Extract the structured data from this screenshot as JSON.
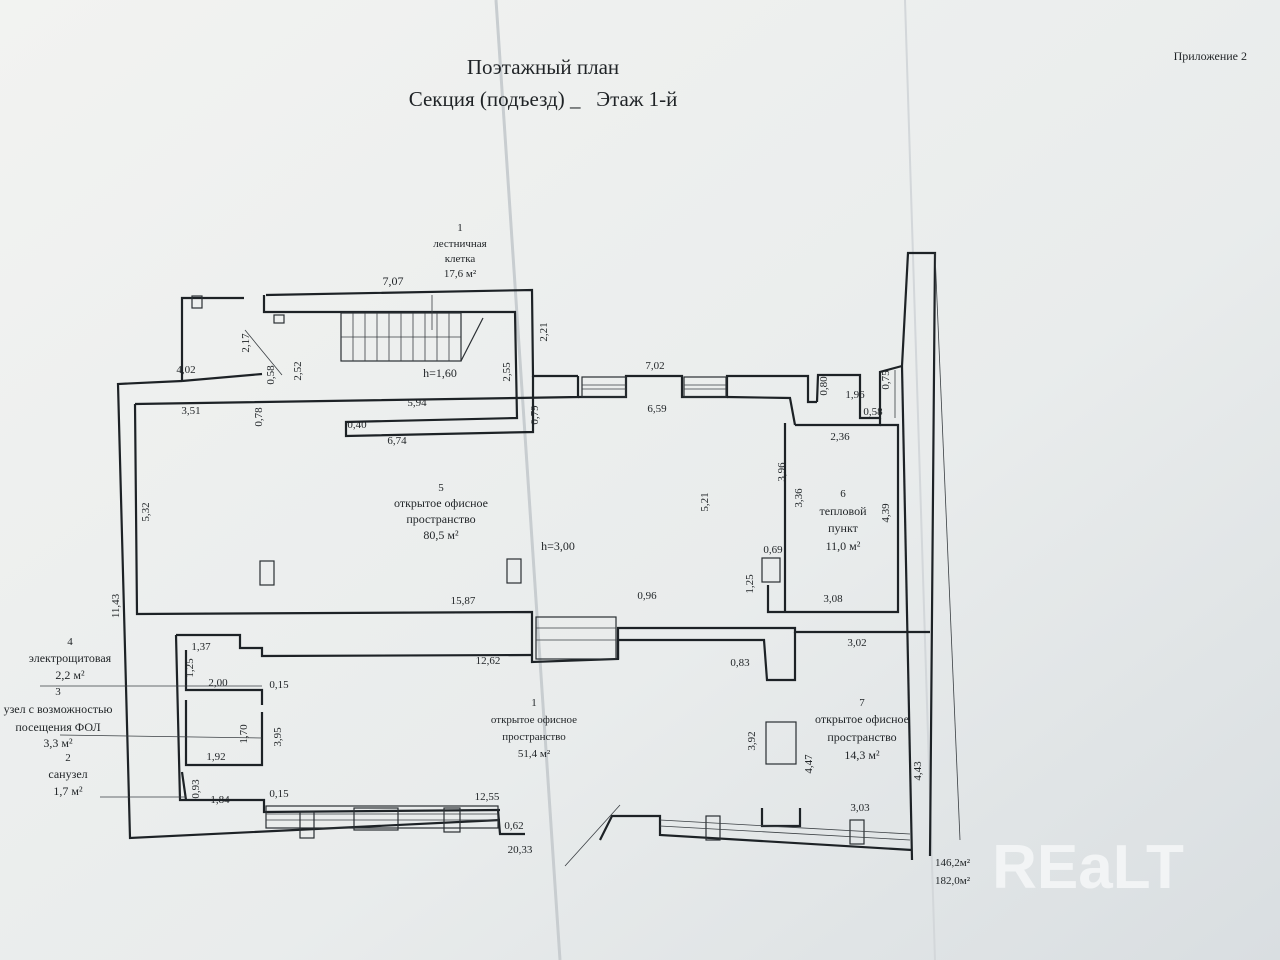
{
  "header": {
    "title_line1": "Поэтажный план",
    "title_line2": "Секция (подъезд) _   Этаж 1-й",
    "appendix": "Приложение 2"
  },
  "rooms": [
    {
      "id": "room-stair",
      "lines": [
        "1",
        "лестничная",
        "клетка",
        "17,6 м²"
      ]
    },
    {
      "id": "room-5",
      "lines": [
        "5",
        "открытое офисное",
        "пространство",
        "80,5 м²"
      ]
    },
    {
      "id": "room-6",
      "lines": [
        "6",
        "тепловой",
        "пункт",
        "11,0 м²"
      ]
    },
    {
      "id": "room-1",
      "lines": [
        "1",
        "открытое офисное",
        "пространство",
        "51,4 м²"
      ]
    },
    {
      "id": "room-7",
      "lines": [
        "7",
        "открытое офисное",
        "пространство",
        "14,3 м²"
      ]
    },
    {
      "id": "room-4",
      "lines": [
        "4",
        "электрощитовая",
        "2,2 м²"
      ]
    },
    {
      "id": "room-3",
      "lines": [
        "3",
        "узел с возможностью",
        "посещения ФОЛ",
        "3,3 м²"
      ]
    },
    {
      "id": "room-2",
      "lines": [
        "2",
        "санузел",
        "1,7 м²"
      ]
    }
  ],
  "heights": [
    "h=1,60",
    "h=3,00"
  ],
  "dimensions": {
    "d707": "7,07",
    "d217": "2,17",
    "d058a": "0,58",
    "d252": "2,52",
    "d402": "4,02",
    "d351": "3,51",
    "d078": "0,78",
    "d594": "5,94",
    "d040": "0,40",
    "d674": "6,74",
    "d255": "2,55",
    "d221": "2,21",
    "d079": "0,79",
    "d702": "7,02",
    "d659": "6,59",
    "d080": "0,80",
    "d196": "1,96",
    "d075": "0,75",
    "d058b": "0,58",
    "d236": "2,36",
    "d396": "3,96",
    "d336": "3,36",
    "d521": "5,21",
    "d439": "4,39",
    "d069": "0,69",
    "d125a": "1,25",
    "d308": "3,08",
    "d532": "5,32",
    "d1587": "15,87",
    "d096": "0,96",
    "d1143": "11,43",
    "d137": "1,37",
    "d125b": "1,25",
    "d200": "2,00",
    "d015a": "0,15",
    "d170": "1,70",
    "d395": "3,95",
    "d192": "1,92",
    "d093": "0,93",
    "d184": "1,84",
    "d015b": "0,15",
    "d1262": "12,62",
    "d083": "0,83",
    "d302": "3,02",
    "d392": "3,92",
    "d447": "4,47",
    "d443": "4,43",
    "d1255": "12,55",
    "d062": "0,62",
    "d2033": "20,33",
    "d303": "3,03"
  },
  "totals": [
    "146,2м²",
    "182,0м²"
  ],
  "watermark": "REaLT",
  "colors": {
    "paper": "#eef0ef",
    "ink": "#1f2326",
    "background": "#8f9da6"
  }
}
